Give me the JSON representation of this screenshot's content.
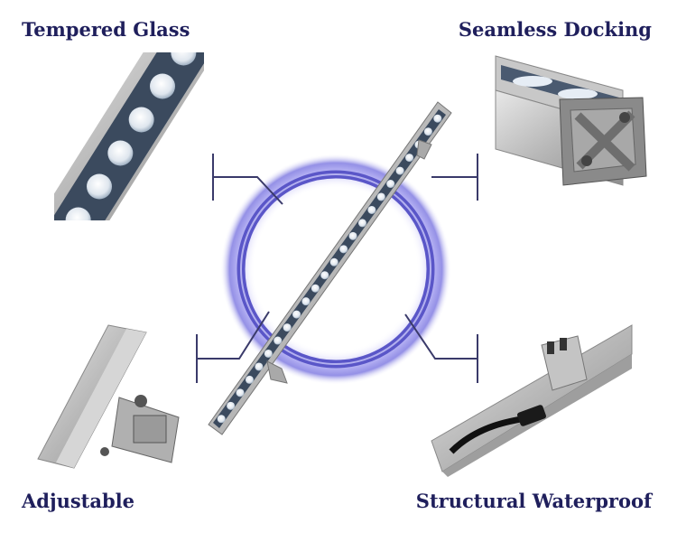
{
  "features": {
    "top_left": "Tempered Glass",
    "top_right": "Seamless Docking",
    "bottom_left": "Adjustable",
    "bottom_right": "Structural Waterproof"
  },
  "colors": {
    "label": "#1f1f5c",
    "ring": "#5a56c8",
    "ring_glow": "#b6b2f5",
    "connector": "#3a3a6a",
    "aluminum": "#c9c9c9",
    "lens_panel": "#3b4a5e"
  }
}
